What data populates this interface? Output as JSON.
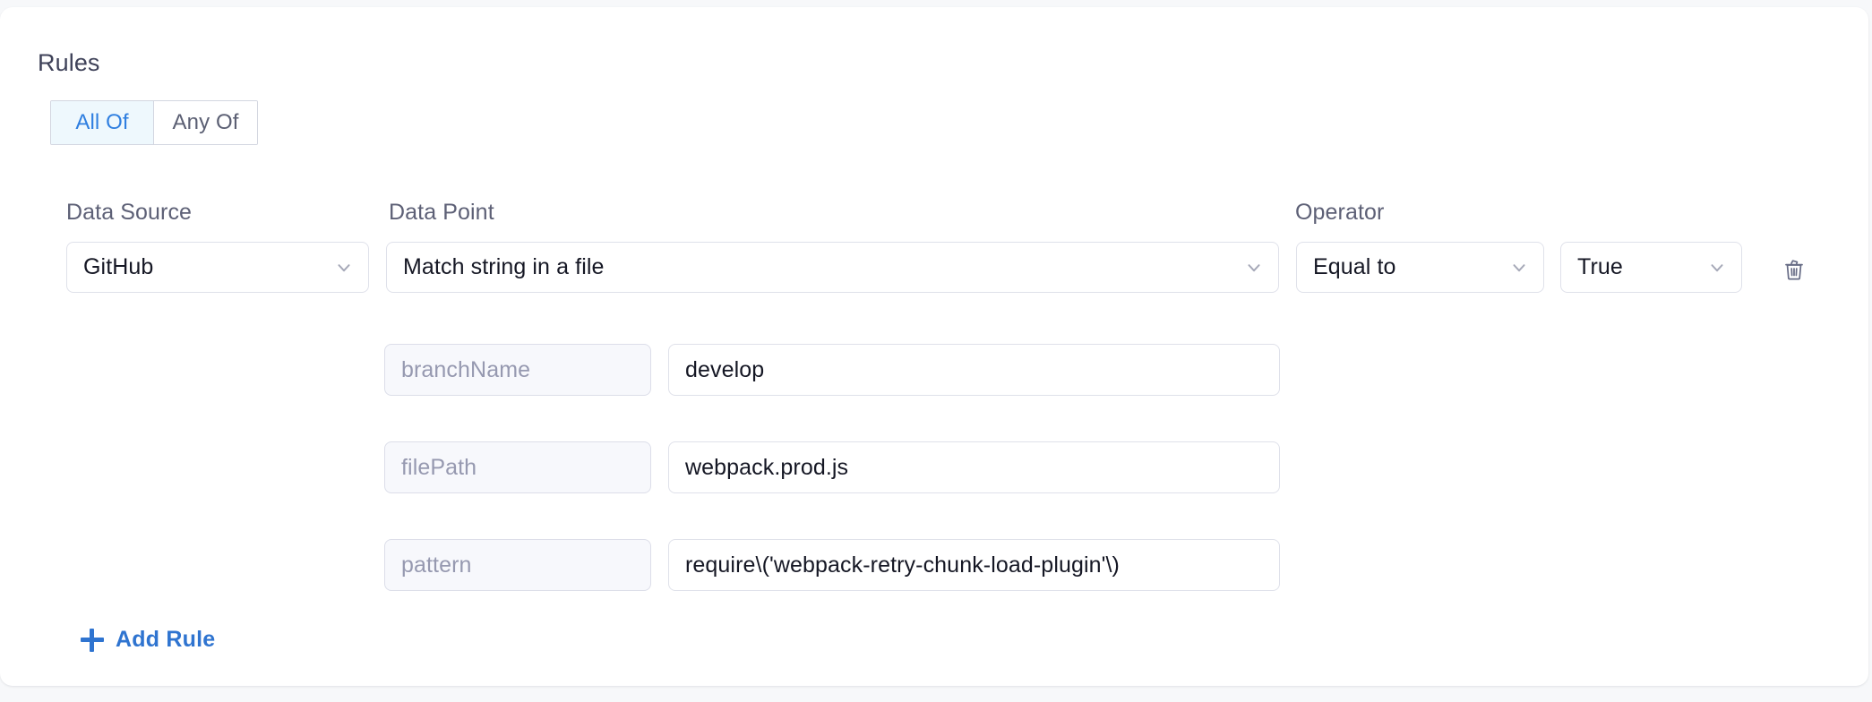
{
  "section": {
    "title": "Rules"
  },
  "match_toggle": {
    "options": [
      {
        "label": "All Of",
        "active": true
      },
      {
        "label": "Any Of",
        "active": false
      }
    ]
  },
  "columns": {
    "data_source_label": "Data Source",
    "data_point_label": "Data Point",
    "operator_label": "Operator"
  },
  "rule": {
    "data_source": "GitHub",
    "data_point": "Match string in a file",
    "operator": "Equal to",
    "value": "True",
    "delete_icon": "trash-icon",
    "parameters": [
      {
        "key": "branchName",
        "value": "develop"
      },
      {
        "key": "filePath",
        "value": "webpack.prod.js"
      },
      {
        "key": "pattern",
        "value": "require\\('webpack-retry-chunk-load-plugin'\\)"
      }
    ]
  },
  "actions": {
    "add_rule_label": "Add Rule",
    "add_rule_icon": "plus-icon"
  },
  "colors": {
    "accent_blue": "#2f74d0",
    "toggle_active_bg": "#eef8fd",
    "toggle_active_text": "#2f7fe0",
    "label_text": "#5d6076",
    "value_text": "#151724",
    "placeholder_text": "#9699b0",
    "border": "#dfe1ea",
    "card_bg": "#ffffff",
    "page_bg": "#f7f8fa"
  }
}
